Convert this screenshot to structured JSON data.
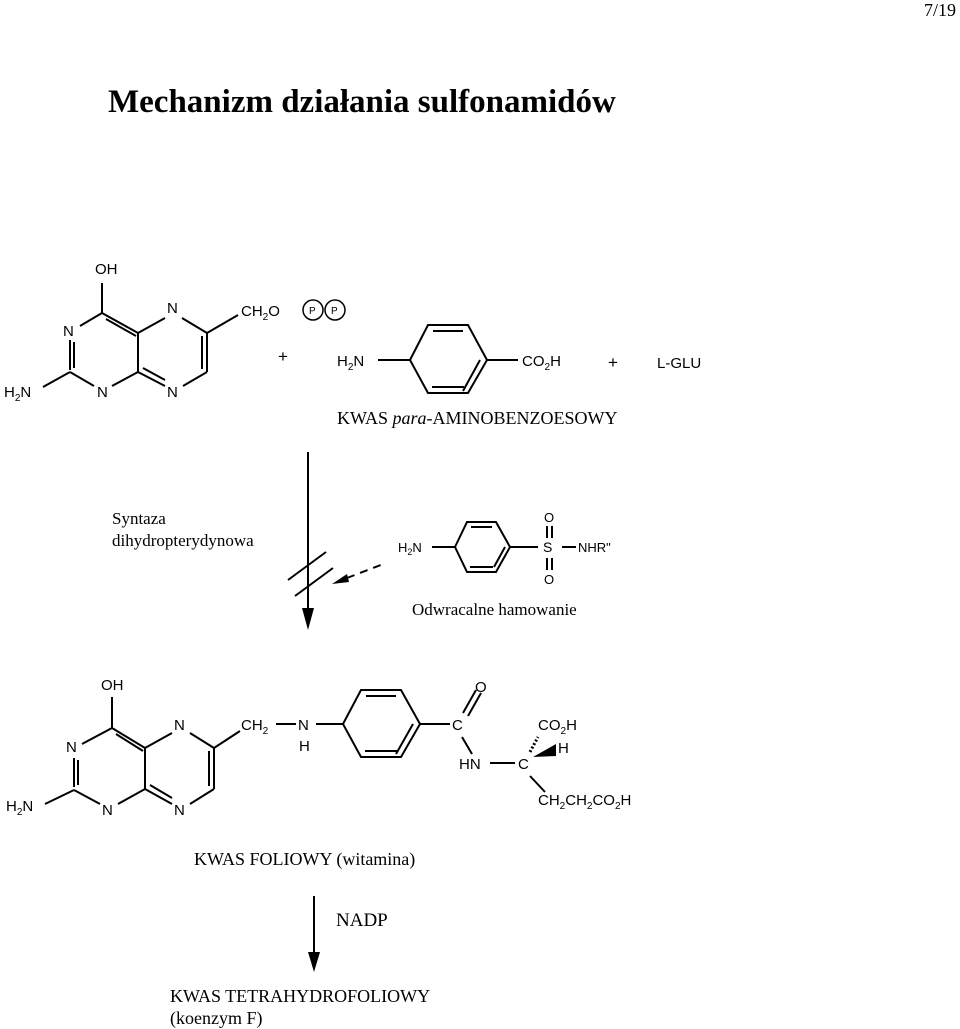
{
  "page": {
    "number": "7/19"
  },
  "title": "Mechanizm działania sulfonamidów",
  "diagram": {
    "reactants": {
      "pterin": {
        "oh": "OH",
        "ch2o": "CH",
        "ch2o_tail": "O",
        "phosphate": "P",
        "h2n": "H",
        "n": "N"
      },
      "plus": "+",
      "paba": {
        "amine": "H",
        "acid": "CO",
        "acid_tail": "H"
      },
      "l_glu": "L-GLU",
      "paba_caption_prefix": "KWAS ",
      "paba_caption_italic": "para",
      "paba_caption_suffix": "-AMINOBENZOESOWY"
    },
    "enzyme": {
      "line1": "Syntaza",
      "line2": "dihydropterydynowa"
    },
    "sulfonamide": {
      "amine": "H",
      "s": "S",
      "o": "O",
      "nhr": "NHR\"",
      "caption": "Odwracalne hamowanie"
    },
    "folic_acid": {
      "oh": "OH",
      "n": "N",
      "ch2": "CH",
      "nh_n": "N",
      "nh_h": "H",
      "c": "C",
      "o": "O",
      "hn": "HN",
      "co2h": "CO",
      "h": "H",
      "side_chain": "CH",
      "caption": "KWAS  FOLIOWY (witamina)"
    },
    "nadp": "NADP",
    "product": {
      "line1": "KWAS  TETRAHYDROFOLIOWY",
      "line2": "(koenzym F)"
    }
  }
}
